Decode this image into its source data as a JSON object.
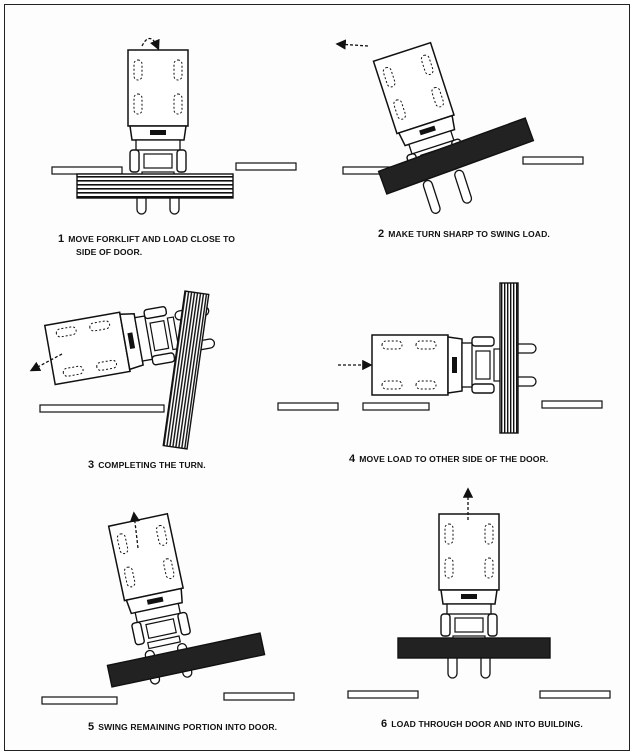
{
  "steps": [
    {
      "num": "1",
      "caption_line1": "MOVE FORKLIFT AND LOAD CLOSE TO",
      "caption_line2": "SIDE OF DOOR."
    },
    {
      "num": "2",
      "caption_line1": "MAKE TURN SHARP TO SWING LOAD.",
      "caption_line2": ""
    },
    {
      "num": "3",
      "caption_line1": "COMPLETING THE TURN.",
      "caption_line2": ""
    },
    {
      "num": "4",
      "caption_line1": "MOVE LOAD TO OTHER SIDE OF THE DOOR.",
      "caption_line2": ""
    },
    {
      "num": "5",
      "caption_line1": "SWING REMAINING PORTION INTO DOOR.",
      "caption_line2": ""
    },
    {
      "num": "6",
      "caption_line1": "LOAD THROUGH DOOR AND INTO BUILDING.",
      "caption_line2": ""
    }
  ],
  "colors": {
    "ink": "#111111",
    "paper": "#ffffff",
    "gray": "#bdbdbd",
    "load_dark": "#222222"
  }
}
